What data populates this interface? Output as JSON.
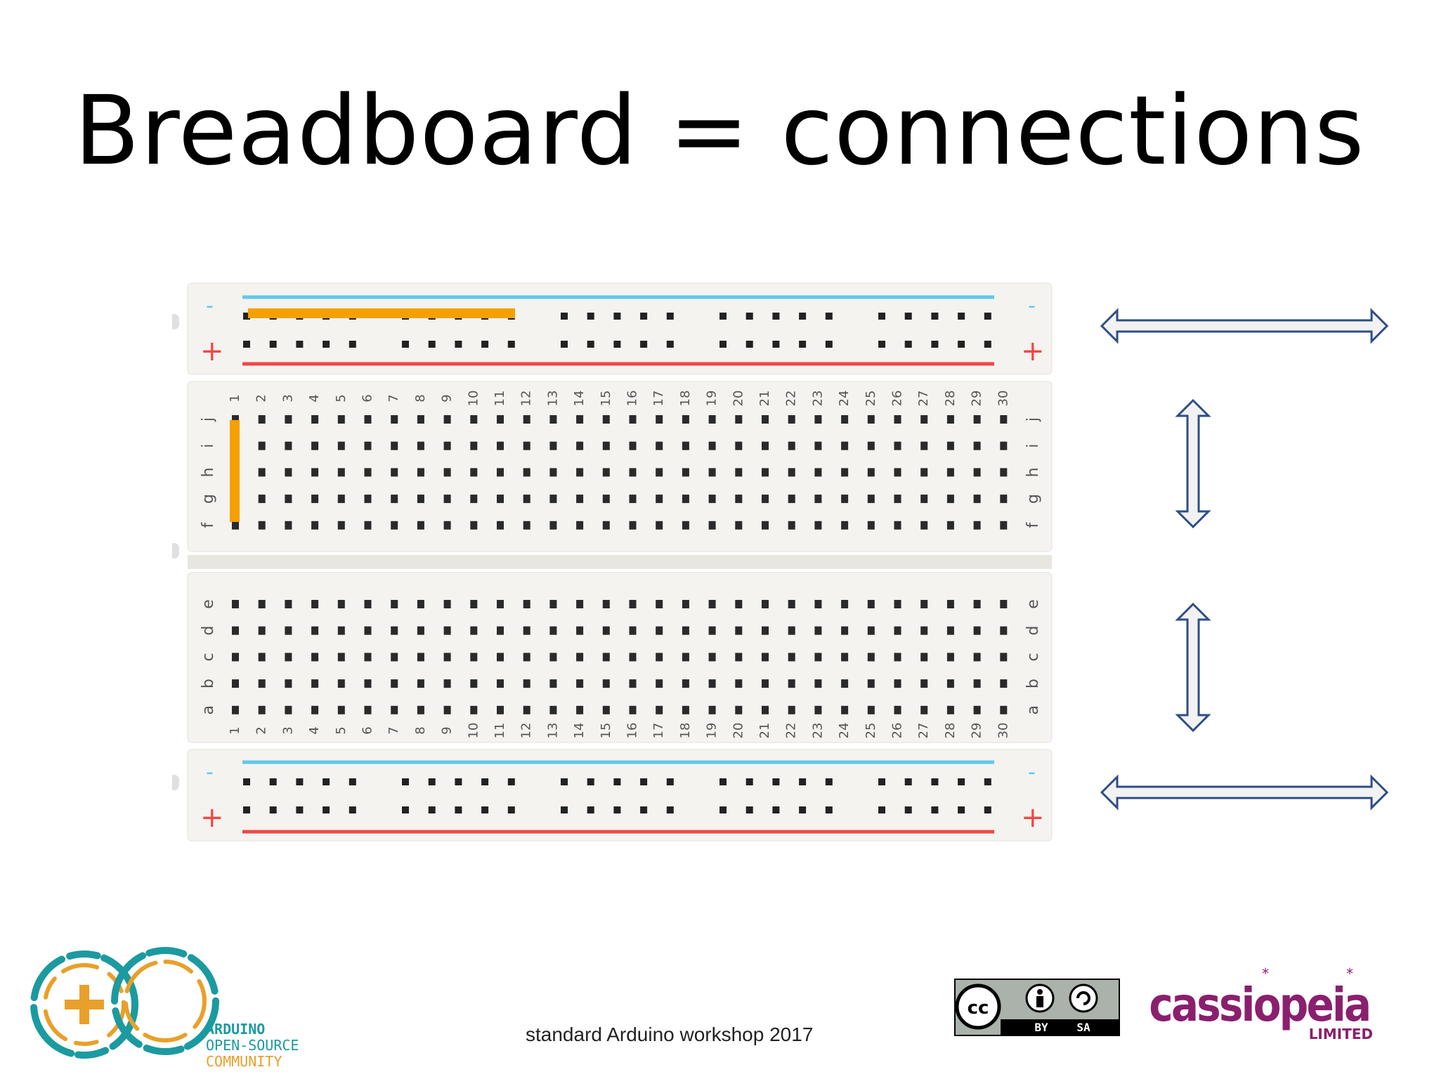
{
  "slide": {
    "title": "Breadboard = connections",
    "footer": "standard Arduino workshop 2017"
  },
  "breadboard": {
    "rail_minus": "-",
    "rail_plus": "+",
    "row_letters_top": [
      "j",
      "i",
      "h",
      "g",
      "f"
    ],
    "row_letters_bottom": [
      "e",
      "d",
      "c",
      "b",
      "a"
    ],
    "column_numbers": [
      "1",
      "2",
      "3",
      "4",
      "5",
      "6",
      "7",
      "8",
      "9",
      "10",
      "11",
      "12",
      "13",
      "14",
      "15",
      "16",
      "17",
      "18",
      "19",
      "20",
      "21",
      "22",
      "23",
      "24",
      "25",
      "26",
      "27",
      "28",
      "29",
      "30"
    ],
    "highlight_color": "#f5a000",
    "rail_blue": "#5ec8ec",
    "rail_red": "#f04848"
  },
  "arrows": {
    "color": "#2e4e86",
    "fill": "#f2f2f2",
    "items": [
      "horizontal",
      "vertical",
      "vertical",
      "horizontal"
    ]
  },
  "logos": {
    "arduino": {
      "line1": "ARDUINO",
      "line2": "OPEN-SOURCE",
      "line3": "COMMUNITY",
      "teal": "#1b9aa0",
      "orange": "#e8a02a"
    },
    "cc": {
      "cc": "cc",
      "by": "BY",
      "sa": "SA"
    },
    "cassiopeia": {
      "name": "cassiopeia",
      "sub": "LIMITED",
      "color": "#8a1f6e"
    }
  }
}
